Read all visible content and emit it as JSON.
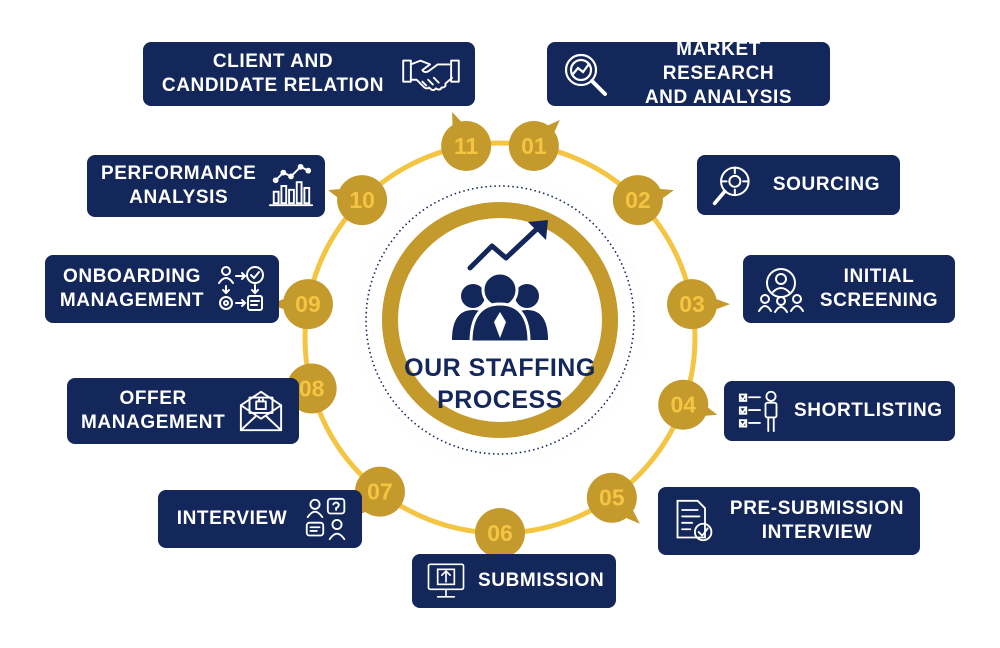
{
  "center": {
    "title_line1": "OUR STAFFING",
    "title_line2": "PROCESS"
  },
  "steps": [
    {
      "number": "01",
      "label": "MARKET RESEARCH\nAND ANALYSIS",
      "icon": "magnifier-chart-icon"
    },
    {
      "number": "02",
      "label": "SOURCING",
      "icon": "target-search-icon"
    },
    {
      "number": "03",
      "label": "INITIAL\nSCREENING",
      "icon": "person-screening-icon"
    },
    {
      "number": "04",
      "label": "SHORTLISTING",
      "icon": "checklist-person-icon"
    },
    {
      "number": "05",
      "label": "PRE-SUBMISSION\nINTERVIEW",
      "icon": "document-check-icon"
    },
    {
      "number": "06",
      "label": "SUBMISSION",
      "icon": "monitor-upload-icon"
    },
    {
      "number": "07",
      "label": "INTERVIEW",
      "icon": "interview-people-icon"
    },
    {
      "number": "08",
      "label": "OFFER\nMANAGEMENT",
      "icon": "envelope-offer-icon"
    },
    {
      "number": "09",
      "label": "ONBOARDING\nMANAGEMENT",
      "icon": "onboarding-flow-icon"
    },
    {
      "number": "10",
      "label": "PERFORMANCE\nANALYSIS",
      "icon": "bar-chart-icon"
    },
    {
      "number": "11",
      "label": "CLIENT AND\nCANDIDATE RELATION",
      "icon": "handshake-icon"
    }
  ],
  "colors": {
    "navy": "#14275a",
    "gold": "#c49a2c",
    "gold_light": "#f4c542",
    "white": "#ffffff"
  }
}
